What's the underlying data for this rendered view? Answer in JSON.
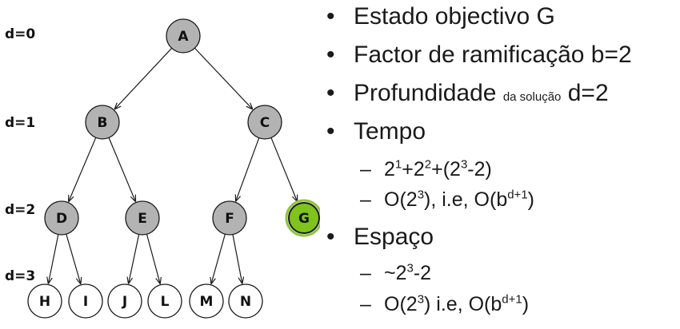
{
  "diagram": {
    "depth_labels": [
      "d=0",
      "d=1",
      "d=2",
      "d=3"
    ],
    "colors": {
      "node_fill": "#b3b3b3",
      "leaf_fill": "#ffffff",
      "goal_fill": "#7fc31c",
      "goal_outer_ring": "#8dc63f",
      "edge": "#1a1a1a"
    },
    "nodes": [
      {
        "id": "A",
        "label": "A",
        "type": "internal"
      },
      {
        "id": "B",
        "label": "B",
        "type": "internal"
      },
      {
        "id": "C",
        "label": "C",
        "type": "internal"
      },
      {
        "id": "D",
        "label": "D",
        "type": "internal"
      },
      {
        "id": "E",
        "label": "E",
        "type": "internal"
      },
      {
        "id": "F",
        "label": "F",
        "type": "internal"
      },
      {
        "id": "G",
        "label": "G",
        "type": "goal"
      },
      {
        "id": "H",
        "label": "H",
        "type": "leaf"
      },
      {
        "id": "I",
        "label": "I",
        "type": "leaf"
      },
      {
        "id": "J",
        "label": "J",
        "type": "leaf"
      },
      {
        "id": "L",
        "label": "L",
        "type": "leaf"
      },
      {
        "id": "M",
        "label": "M",
        "type": "leaf"
      },
      {
        "id": "N",
        "label": "N",
        "type": "leaf"
      }
    ],
    "edges": [
      [
        "A",
        "B"
      ],
      [
        "A",
        "C"
      ],
      [
        "B",
        "D"
      ],
      [
        "B",
        "E"
      ],
      [
        "C",
        "F"
      ],
      [
        "C",
        "G"
      ],
      [
        "D",
        "H"
      ],
      [
        "D",
        "I"
      ],
      [
        "E",
        "J"
      ],
      [
        "E",
        "L"
      ],
      [
        "F",
        "M"
      ],
      [
        "F",
        "N"
      ]
    ]
  },
  "bullets": {
    "b1": "Estado objectivo G",
    "b2": "Factor de ramificação b=2",
    "b3_main": "Profundidade",
    "b3_small": "da solução",
    "b3_end": "d=2",
    "b4": "Tempo",
    "b4_1_a": "2",
    "b4_1_a_sup": "1",
    "b4_1_b": "+2",
    "b4_1_b_sup": "2",
    "b4_1_c": "+(2",
    "b4_1_c_sup": "3",
    "b4_1_d": "-2)",
    "b4_2_a": "O(2",
    "b4_2_a_sup": "3",
    "b4_2_b": "), i.e, O(b",
    "b4_2_b_sup": "d+1",
    "b4_2_c": ")",
    "b5": "Espaço",
    "b5_1_a": "~2",
    "b5_1_a_sup": "3",
    "b5_1_b": "-2",
    "b5_2_a": "O(2",
    "b5_2_a_sup": "3",
    "b5_2_b": ") i.e, O(b",
    "b5_2_b_sup": "d+1",
    "b5_2_c": ")",
    "bullet_glyph": "•",
    "dash_glyph": "–"
  }
}
